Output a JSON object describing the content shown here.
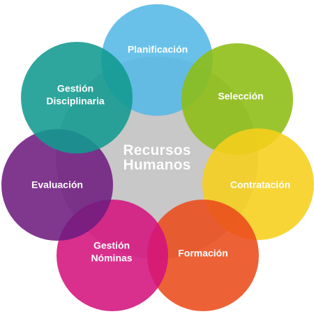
{
  "diagram": {
    "center": {
      "line1": "Recursos",
      "line2": "Humanos",
      "color": "#c8c8c8"
    },
    "petals": [
      {
        "id": "planificacion",
        "line1": "Planificación",
        "line2": "",
        "color": "#54b8e6"
      },
      {
        "id": "seleccion",
        "line1": "Selección",
        "line2": "",
        "color": "#8dbd12"
      },
      {
        "id": "contratacion",
        "line1": "Contratación",
        "line2": "",
        "color": "#f7cf1b"
      },
      {
        "id": "formacion",
        "line1": "Formación",
        "line2": "",
        "color": "#ea4b1b"
      },
      {
        "id": "gestion-nominas",
        "line1": "Gestión",
        "line2": "Nóminas",
        "color": "#d4127d"
      },
      {
        "id": "evaluacion",
        "line1": "Evaluación",
        "line2": "",
        "color": "#6e1c80"
      },
      {
        "id": "gestion-disciplinaria",
        "line1": "Gestión",
        "line2": "Disciplinaria",
        "color": "#119a8f"
      }
    ]
  }
}
